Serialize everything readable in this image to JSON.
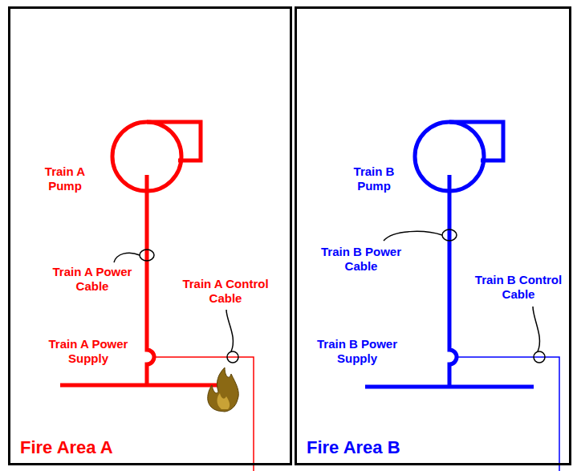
{
  "diagram": {
    "nodes": [
      {
        "text": [
          "Fire Area A"
        ]
      },
      {
        "text": [
          "Fire Area B"
        ]
      }
    ],
    "labels": [
      "Train A Pump",
      "Train A Power Cable",
      "Train A Control Cable",
      "Train A Power Supply",
      "Train B Pump",
      "Train B Power Cable",
      "Train B Control Cable",
      "Train B Power Supply"
    ]
  }
}
